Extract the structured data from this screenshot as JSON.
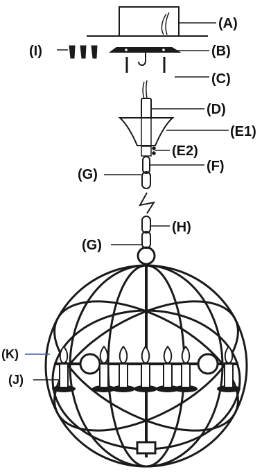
{
  "labels": {
    "A": "(A)",
    "B": "(B)",
    "C": "(C)",
    "D": "(D)",
    "E1": "(E1)",
    "E2": "(E2)",
    "F": "(F)",
    "G_top": "(G)",
    "H": "(H)",
    "G_lower": "(G)",
    "I": "(I)",
    "K": "(K)",
    "J": "(J)"
  },
  "colors": {
    "line": "#1a1a1a",
    "background": "#ffffff",
    "leader_K": "#3b5fa8"
  }
}
